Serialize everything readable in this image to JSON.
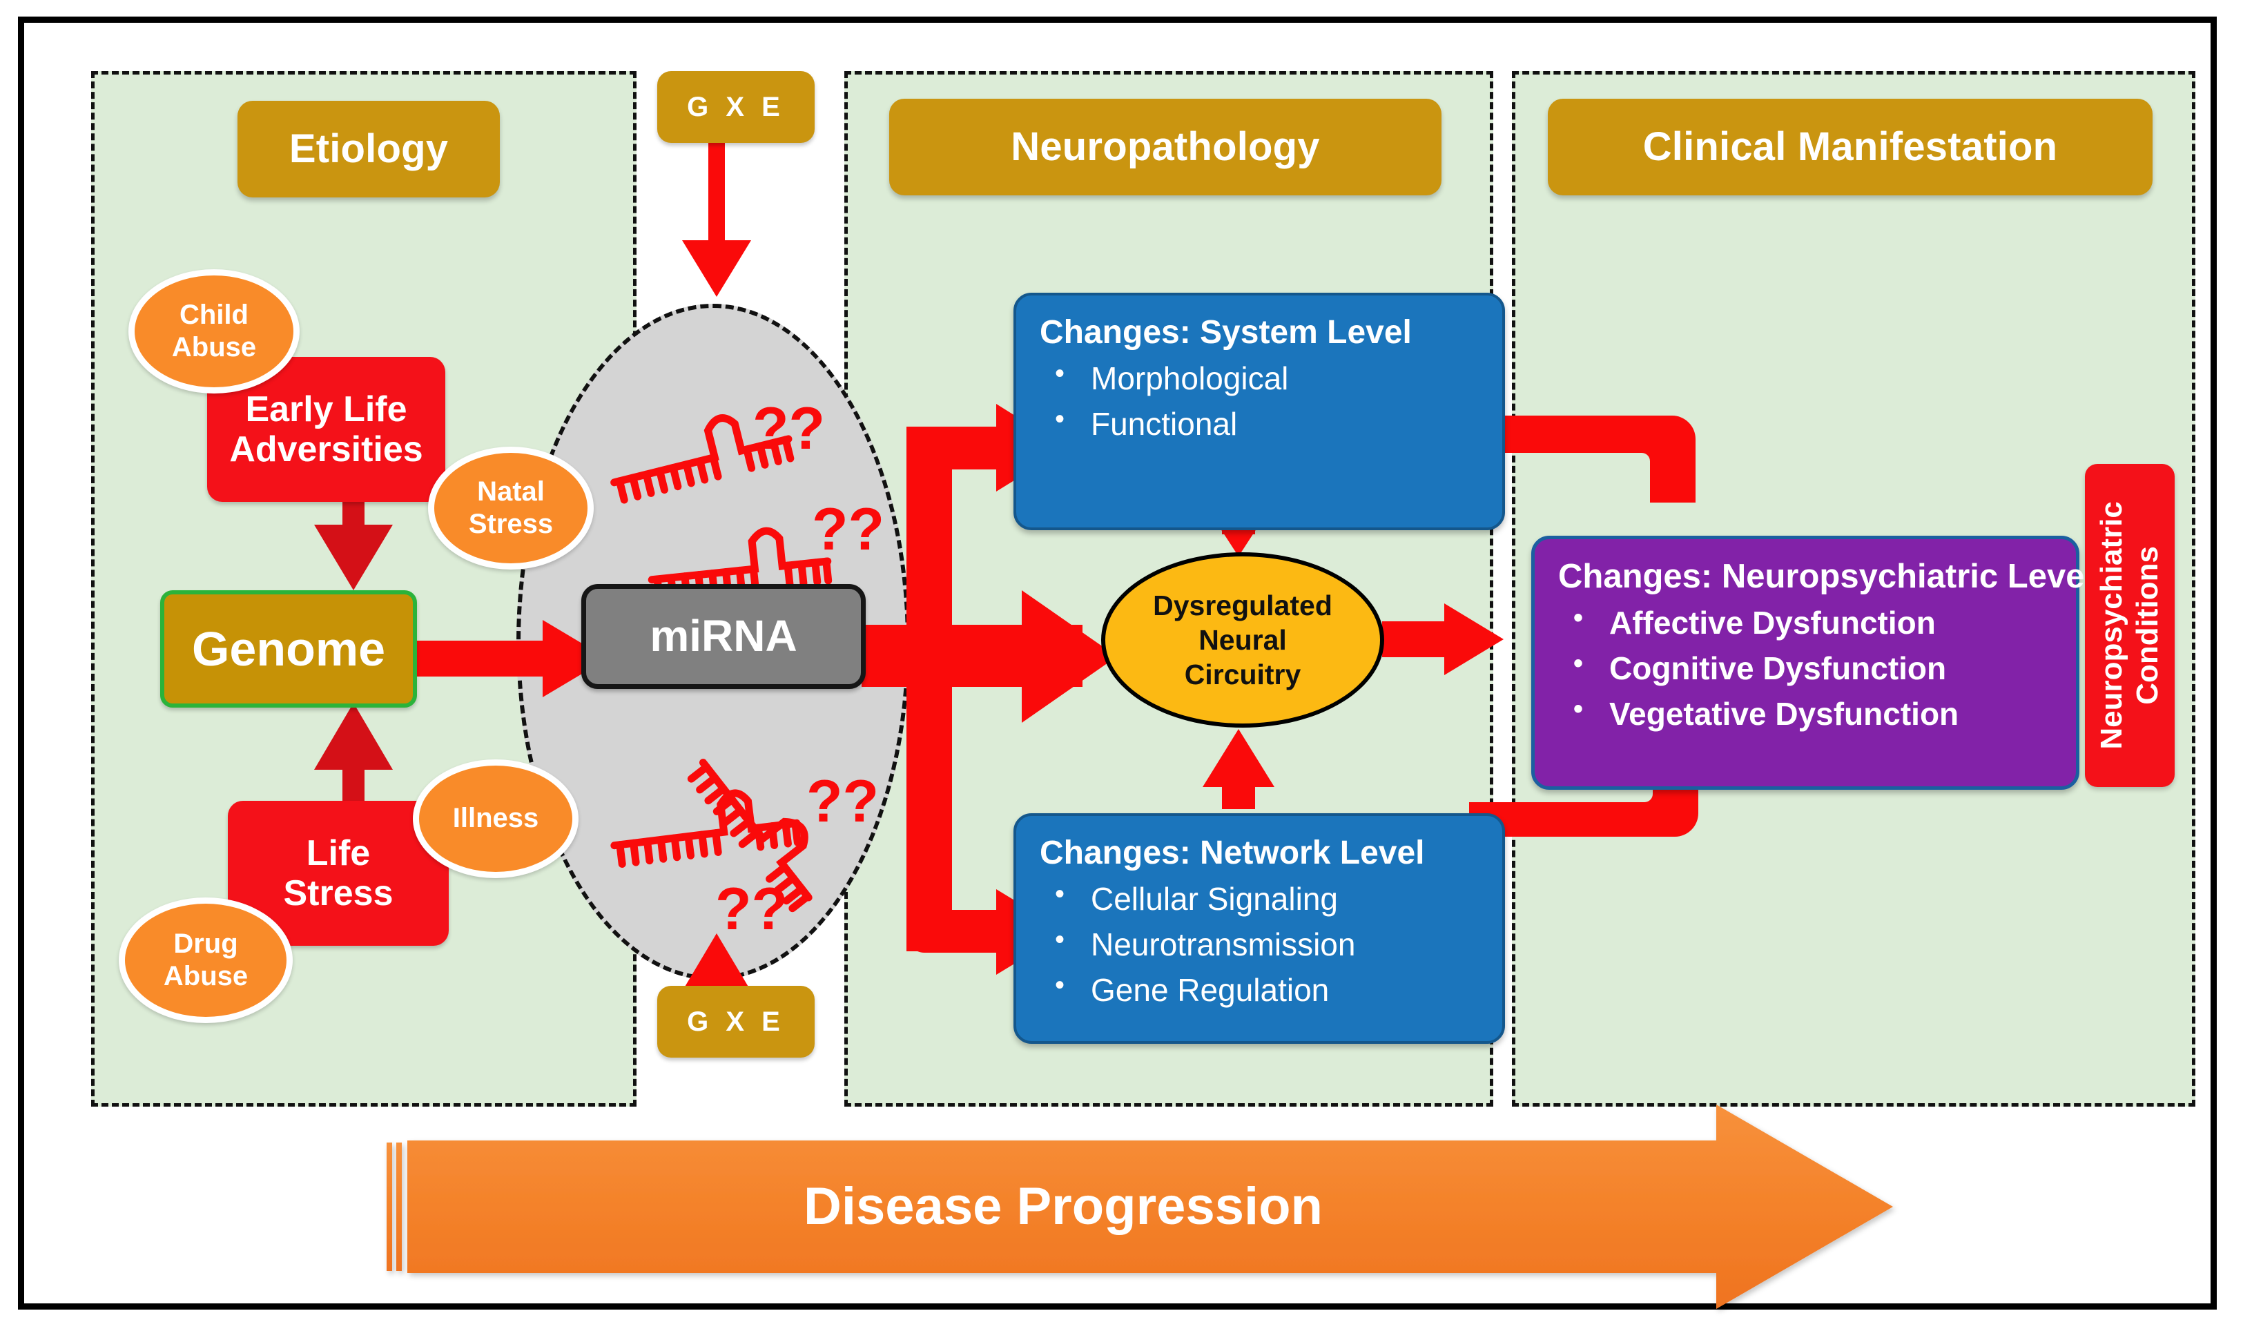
{
  "panels": [
    {
      "id": "etiology",
      "header": "Etiology"
    },
    {
      "id": "neuropathology",
      "header": "Neuropathology"
    },
    {
      "id": "clinical",
      "header": "Clinical Manifestation"
    }
  ],
  "etiology": {
    "header": "Etiology",
    "early_life_adversities": "Early Life\nAdversities",
    "genome": "Genome",
    "life_stress": "Life\nStress",
    "ellipses": [
      {
        "label": "Child\nAbuse"
      },
      {
        "label": "Natal\nStress"
      },
      {
        "label": "Illness"
      },
      {
        "label": "Drug\nAbuse"
      }
    ]
  },
  "mirna": {
    "box_label": "miRNA",
    "gxe_top": "G X E",
    "gxe_bottom": "G X E",
    "question_marks": [
      "??",
      "??",
      "??",
      "??"
    ],
    "hairpin_count": 4
  },
  "neuropathology": {
    "header": "Neuropathology",
    "system_level": {
      "title": "Changes: System Level",
      "bullets": [
        "Morphological",
        "Functional"
      ]
    },
    "network_level": {
      "title": "Changes: Network Level",
      "bullets": [
        "Cellular Signaling",
        "Neurotransmission",
        "Gene Regulation"
      ]
    },
    "dysregulated": "Dysregulated\nNeural\nCircuitry"
  },
  "clinical": {
    "header": "Clinical Manifestation",
    "neuropsychiatric_level": {
      "title": "Changes: Neuropsychiatric Level",
      "bullets": [
        "Affective Dysfunction",
        "Cognitive Dysfunction",
        "Vegetative Dysfunction"
      ]
    },
    "conditions_bar": "Neuropsychiatric\nConditions"
  },
  "footer": {
    "progression_label": "Disease Progression"
  },
  "colors": {
    "panel_fill": "#dcecd7",
    "header_gold": "#ca9510",
    "red": "#f41119",
    "orange_ellipse": "#f98b29",
    "genome_gold": "#c69206",
    "genome_border_green": "#2bb33a",
    "mirna_grey": "#808080",
    "cloud_grey": "#d4d4d4",
    "blue": "#1b75bc",
    "purple": "#8222a8",
    "yellow": "#fcb913",
    "progress_orange": "#f4822a",
    "arrow_red": "#fa0a0a"
  }
}
